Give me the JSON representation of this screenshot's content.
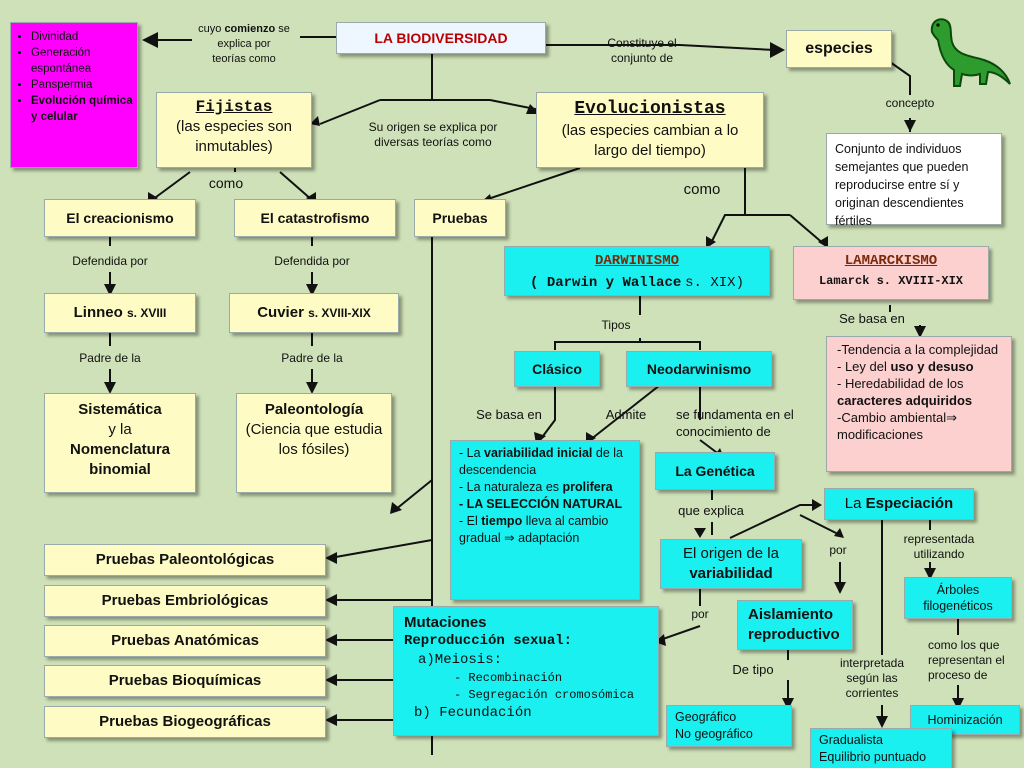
{
  "main_title": "LA BIODIVERSIDAD",
  "links": {
    "cuyo_comienzo": [
      "cuyo",
      "comienzo",
      "se",
      "explica por",
      "teorías como"
    ],
    "constituye": "Constituye el conjunto de",
    "concepto": "concepto",
    "su_origen": "Su origen se explica por diversas teorías como",
    "como_left": "como",
    "como_right": "como",
    "defendida_1": "Defendida por",
    "defendida_2": "Defendida por",
    "padre_1": "Padre de la",
    "padre_2": "Padre de la",
    "tipos": "Tipos",
    "se_basa_en_1": "Se basa en",
    "se_basa_en_2": "Se basa en",
    "admite": "Admite",
    "se_fundamenta": "se fundamenta en el conocimiento de",
    "que_explica": "que explica",
    "por_1": "por",
    "por_2": "por",
    "de_tipo": "De tipo",
    "representada": "representada utilizando",
    "como_los_que": "como los que representan el proceso de",
    "interpretada": "interpretada según las corrientes"
  },
  "theories_list": [
    "Divinidad",
    "Generación espontánea",
    "Panspermia",
    "Evolución química y celular"
  ],
  "especies": "especies",
  "especies_def": "Conjunto de individuos semejantes que pueden reproducirse entre sí y originan descendientes fértiles",
  "fijistas": {
    "title": "Fijistas",
    "desc": "(las especies son inmutables)"
  },
  "evolucionistas": {
    "title": "Evolucionistas",
    "desc": "(las especies cambian a lo largo del tiempo)"
  },
  "creacionismo": "El creacionismo",
  "catastrofismo": "El catastrofismo",
  "pruebas": "Pruebas",
  "linneo": {
    "name": "Linneo",
    "century": "s. XVIII"
  },
  "cuvier": {
    "name": "Cuvier",
    "century": "s. XVIII-XIX"
  },
  "sistematica": [
    "Sistemática",
    "y la",
    "Nomenclatura",
    "binomial"
  ],
  "paleontologia": [
    "Paleontología",
    "(Ciencia que estudia los fósiles)"
  ],
  "darwinismo": {
    "title": "DARWINISMO",
    "sub_a": "( Darwin y Wallace",
    "sub_b": "s. XIX)"
  },
  "lamarckismo": {
    "title": "LAMARCKISMO",
    "sub": "Lamarck s. XVIII-XIX"
  },
  "clasico": "Clásico",
  "neodarwinismo": "Neodarwinismo",
  "lamarck_points": {
    "p1": "-Tendencia a la complejidad",
    "p2a": "- Ley del ",
    "p2b": "uso y desuso",
    "p3a": "- Heredabilidad de los ",
    "p3b": "caracteres adquiridos",
    "p4": "-Cambio ambiental⇒ modificaciones"
  },
  "darwin_points": {
    "l1a": "- La ",
    "l1b": "variabilidad inicial",
    "l1c": " de la descendencia",
    "l2a": "- La naturaleza es ",
    "l2b": "prolifera",
    "l3": "- LA SELECCIÓN NATURAL",
    "l4a": "- El ",
    "l4b": "tiempo",
    "l4c": " lleva al cambio gradual ⇒ adaptación"
  },
  "genetica": "La Genética",
  "origen_var": {
    "a": "El origen de la",
    "b": "variabilidad"
  },
  "mutaciones": {
    "t1": "Mutaciones",
    "t2": "Reproducción sexual:",
    "t3": "a)Meiosis:",
    "t4": "- Recombinación",
    "t5": "- Segregación cromosómica",
    "t6": "b) Fecundación"
  },
  "aislamiento": [
    "Aislamiento",
    "reproductivo"
  ],
  "especiacion": {
    "a": "La ",
    "b": "Especiación"
  },
  "arboles": "Árboles filogenéticos",
  "hominizacion": "Hominización",
  "geografico": [
    "Geográfico",
    "No geográfico"
  ],
  "gradualista": [
    "Gradualista",
    "Equilibrio puntuado"
  ],
  "pruebas_list": [
    "Pruebas Paleontológicas",
    "Pruebas Embriológicas",
    "Pruebas Anatómicas",
    "Pruebas Bioquímicas",
    "Pruebas Biogeográficas"
  ],
  "colors": {
    "background": "#cfe1b8",
    "yellow": "#fefcc4",
    "cyan": "#1bf0f0",
    "magenta": "#ff00ff",
    "pink": "#fdd0d0",
    "dino": "#2e9b2e"
  }
}
